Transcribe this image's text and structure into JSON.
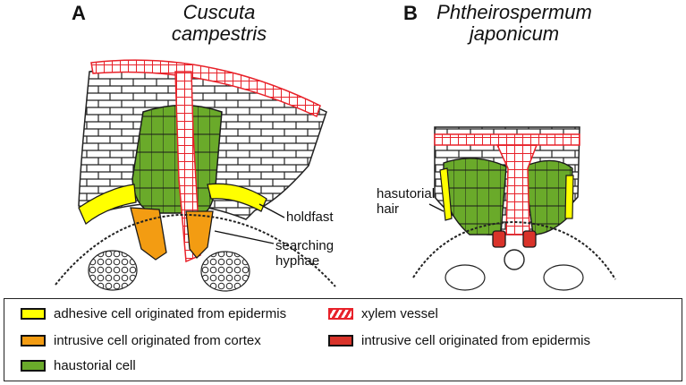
{
  "panels": [
    {
      "letter": "A",
      "species_line1": "Cuscuta",
      "species_line2": "campestris"
    },
    {
      "letter": "B",
      "species_line1": "Phtheirospermum",
      "species_line2": "japonicum"
    }
  ],
  "callouts": {
    "holdfast": "holdfast",
    "searching_line1": "searching",
    "searching_line2": "hyphae",
    "hair_line1": "hasutorial",
    "hair_line2": "hair"
  },
  "legend": [
    {
      "label": "adhesive cell originated from epidermis",
      "color": "#ffff00"
    },
    {
      "label": "xylem vessel",
      "color": "#e8222a",
      "pattern": "hatched"
    },
    {
      "label": "intrusive cell originated from cortex",
      "color": "#f39c12"
    },
    {
      "label": "intrusive cell originated from epidermis",
      "color": "#d9332a"
    },
    {
      "label": "haustorial cell",
      "color": "#6aaa2a"
    }
  ],
  "colors": {
    "adhesive": "#ffff00",
    "xylem": "#e8222a",
    "intrusive_cortex": "#f39c12",
    "intrusive_epidermis": "#d9332a",
    "haustorial": "#6aaa2a"
  }
}
